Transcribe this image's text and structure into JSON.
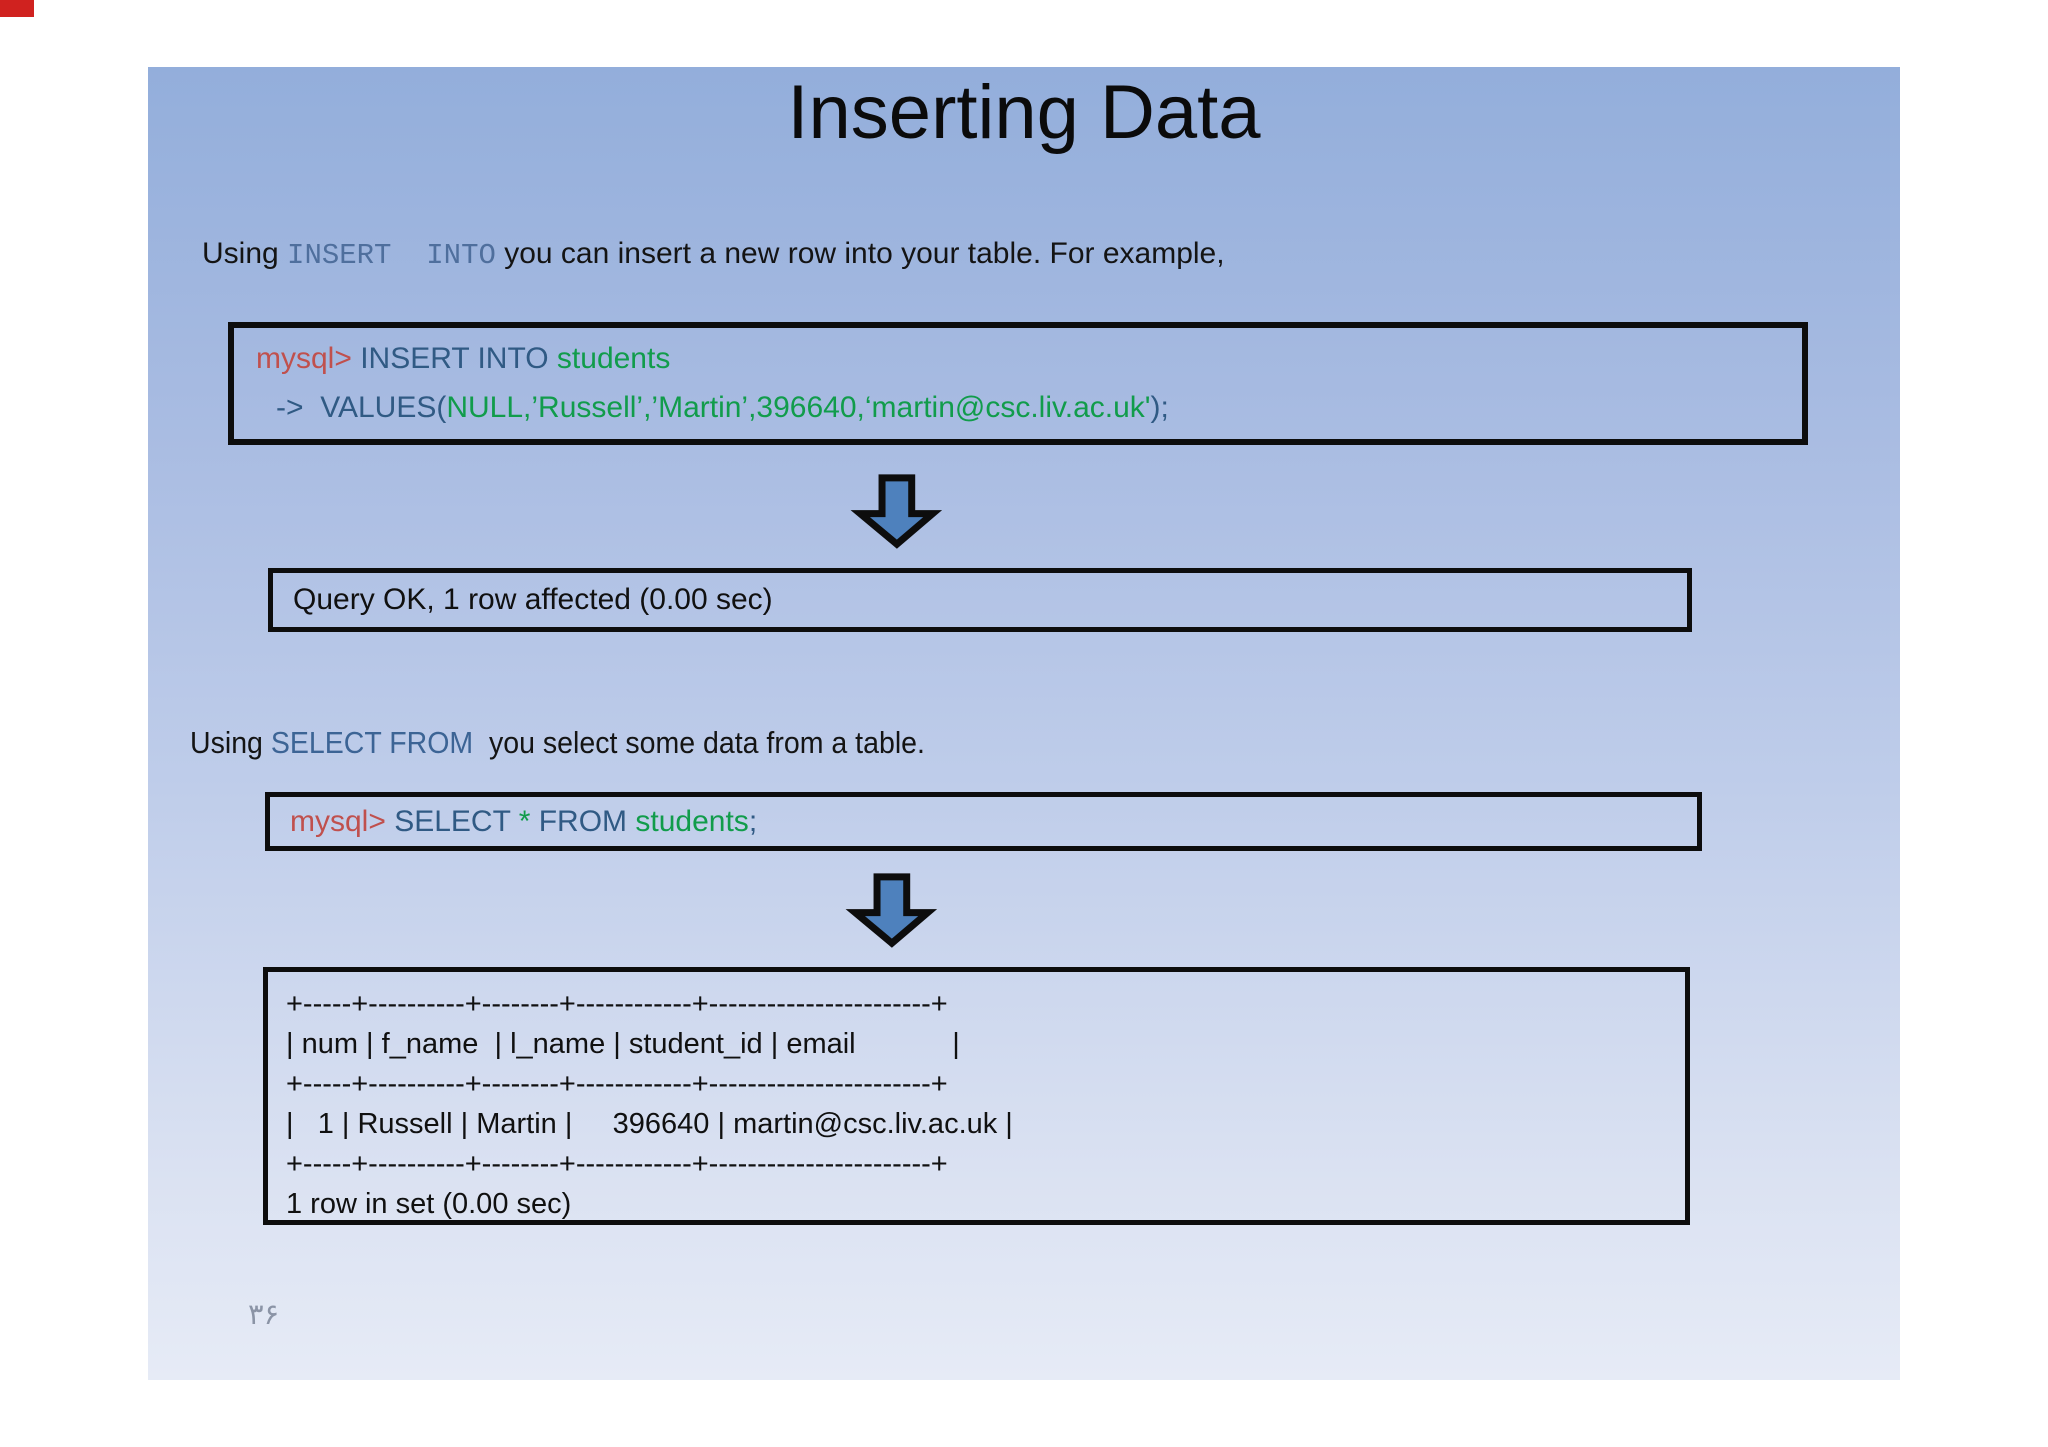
{
  "title": "Inserting Data",
  "intro_insert": {
    "prefix": "Using ",
    "code": "INSERT  INTO",
    "suffix": " you can insert a new row into your table. For example,"
  },
  "insert_box": {
    "prompt": "mysql> ",
    "keyword": "INSERT INTO ",
    "table": "students",
    "cont_arrow": "->  ",
    "values_keyword": "VALUES(",
    "values_list": "NULL,’Russell’,’Martin’,396640,‘martin@csc.liv.ac.uk'",
    "closing": ");"
  },
  "query_ok": "Query OK, 1 row affected (0.00 sec)",
  "intro_select": {
    "prefix": "Using ",
    "code": "SELECT FROM",
    "suffix": "  you select some data from a table."
  },
  "select_box": {
    "prompt": "mysql> ",
    "keyword1": "SELECT ",
    "star": "*",
    "keyword2": " FROM ",
    "table": "students",
    "semicolon": ";"
  },
  "result_table": {
    "line1": "+-----+----------+--------+------------+-----------------------+",
    "line2": "| num | f_name  | l_name | student_id | email            |",
    "line3": "+-----+----------+--------+------------+-----------------------+",
    "line4": "|   1 | Russell | Martin |     396640 | martin@csc.liv.ac.uk |",
    "line5": "+-----+----------+--------+------------+-----------------------+",
    "line6": "1 row in set (0.00 sec)"
  },
  "page_number": "۳۶"
}
